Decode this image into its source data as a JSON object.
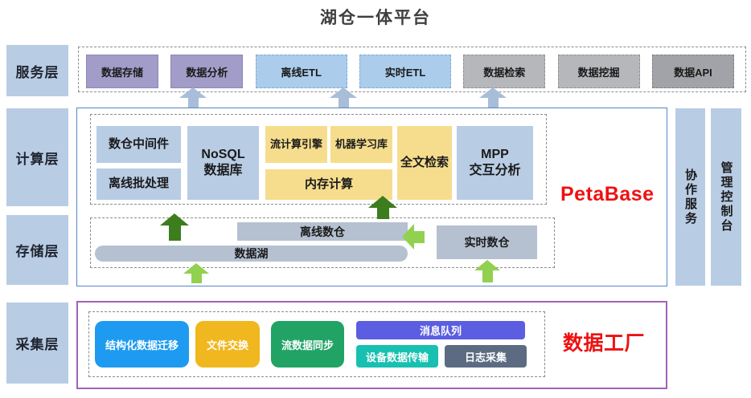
{
  "title": "湖仓一体平台",
  "layers": {
    "service": {
      "label": "服务层",
      "items": [
        {
          "label": "数据存储"
        },
        {
          "label": "数据分析"
        },
        {
          "label": "离线ETL"
        },
        {
          "label": "实时ETL"
        },
        {
          "label": "数据检索"
        },
        {
          "label": "数据挖掘"
        },
        {
          "label": "数据API"
        }
      ]
    },
    "compute": {
      "label": "计算层",
      "brand": "PetaBase",
      "items": {
        "dw_middleware": "数仓中间件",
        "offline_batch": "离线批处理",
        "nosql_line1": "NoSQL",
        "nosql_line2": "数据库",
        "stream_engine": "流计算引擎",
        "ml_lib": "机器学习库",
        "in_memory": "内存计算",
        "fulltext": "全文检索",
        "mpp_line1": "MPP",
        "mpp_line2": "交互分析"
      }
    },
    "storage": {
      "label": "存储层",
      "items": {
        "offline_dw": "离线数仓",
        "data_lake": "数据湖",
        "realtime_dw": "实时数仓"
      }
    },
    "collect": {
      "label": "采集层",
      "brand": "数据工厂",
      "items": {
        "structured_migration": "结构化数据迁移",
        "file_exchange": "文件交换",
        "stream_sync": "流数据同步",
        "message_queue": "消息队列",
        "device_data": "设备数据传输",
        "log_collect": "日志采集"
      }
    }
  },
  "sidebars": [
    {
      "label": "协作服务"
    },
    {
      "label": "管理控制台"
    }
  ],
  "colors": {
    "brand_red": "#ee1111",
    "compute_blue": "#b8cce4",
    "compute_yellow": "#f6dd8d",
    "storage_gray": "#b5c1d0",
    "service_purple": "#a29cc8",
    "etl_blue": "#abcdeb",
    "retrieval_gray": "#b6b7bb",
    "api_gray": "#a2a3a8",
    "collect_blue": "#1e9bf0",
    "collect_amber": "#f0b71f",
    "collect_green": "#21a366",
    "collect_indigo": "#5b5ee1",
    "collect_teal": "#17c0b0",
    "collect_slate": "#5c6b82",
    "arrow_dark_green": "#3c7d1d",
    "arrow_light_green": "#92d050",
    "arrow_blue_gray": "#a8bdd8"
  }
}
